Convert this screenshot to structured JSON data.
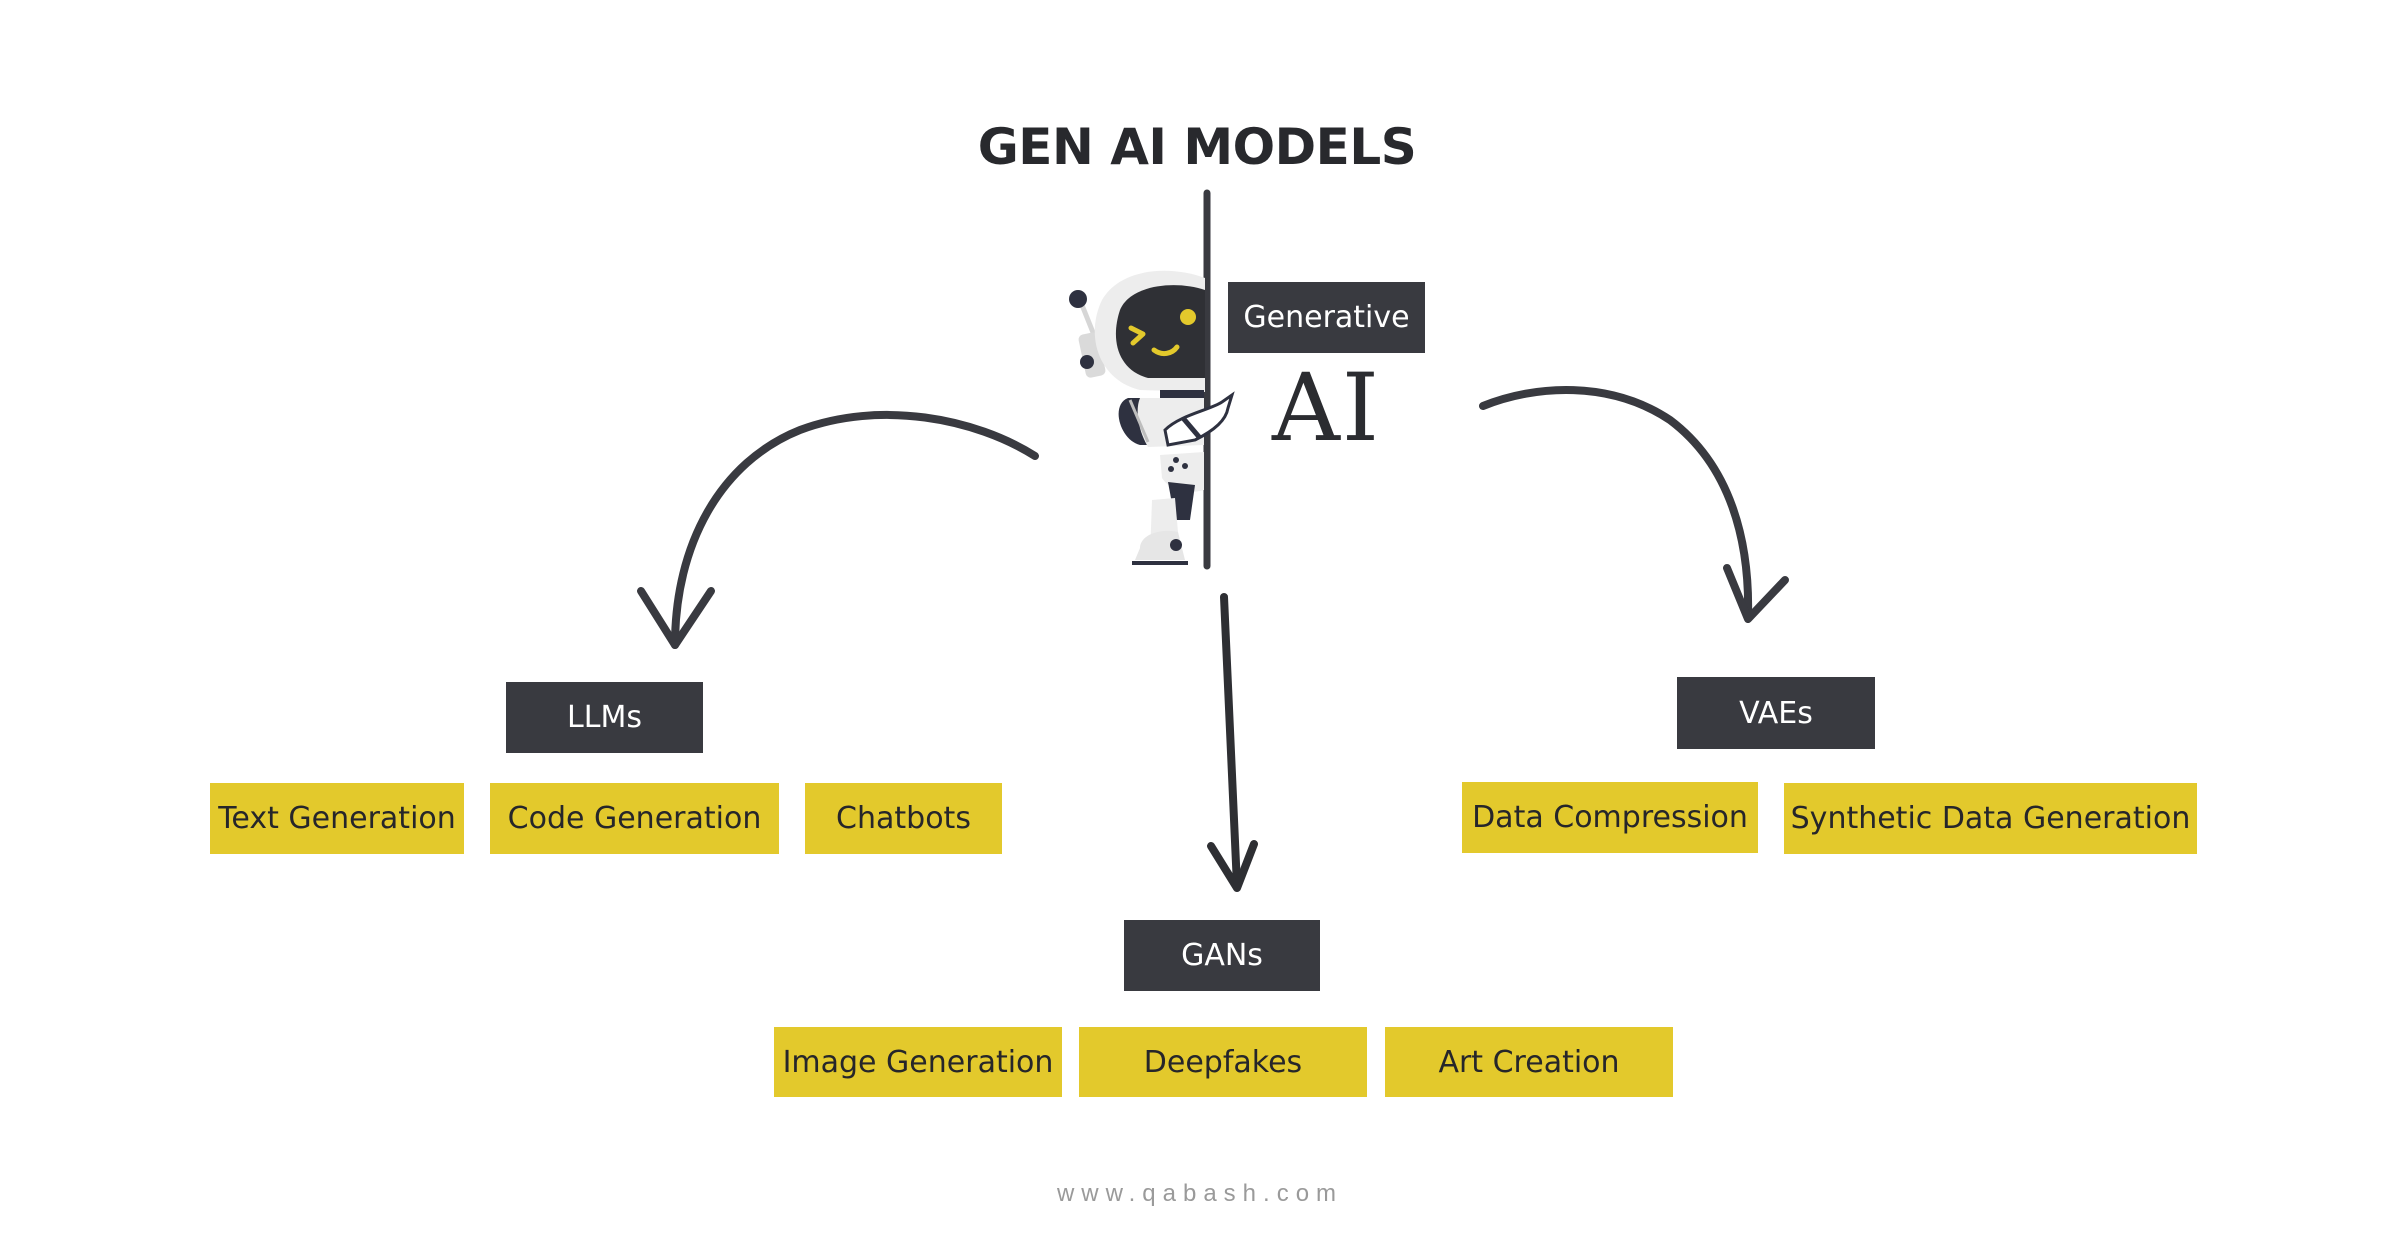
{
  "title": "GEN AI MODELS",
  "center": {
    "badge": "Generative",
    "big_text": "AI",
    "mascot": "robot-mascot"
  },
  "branches": [
    {
      "name": "LLMs",
      "applications": [
        "Text Generation",
        "Code Generation",
        "Chatbots"
      ]
    },
    {
      "name": "GANs",
      "applications": [
        "Image Generation",
        "Deepfakes",
        "Art Creation"
      ]
    },
    {
      "name": "VAEs",
      "applications": [
        "Data Compression",
        "Synthetic Data Generation"
      ]
    }
  ],
  "footer": "www.qabash.com",
  "colors": {
    "dark": "#393A40",
    "accent_yellow": "#E3C92C",
    "background": "#FFFFFF",
    "footer_gray": "#9A9A9A"
  }
}
